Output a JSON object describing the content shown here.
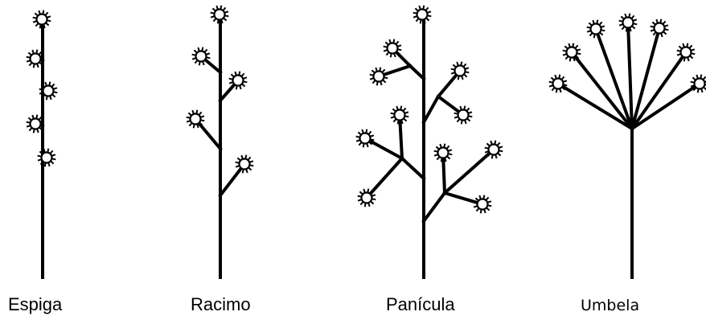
{
  "diagrams": [
    {
      "id": "espiga",
      "label": "Espiga"
    },
    {
      "id": "racimo",
      "label": "Racimo"
    },
    {
      "id": "panicula",
      "label": "Panícula"
    },
    {
      "id": "umbela",
      "label": "Umbela"
    }
  ]
}
